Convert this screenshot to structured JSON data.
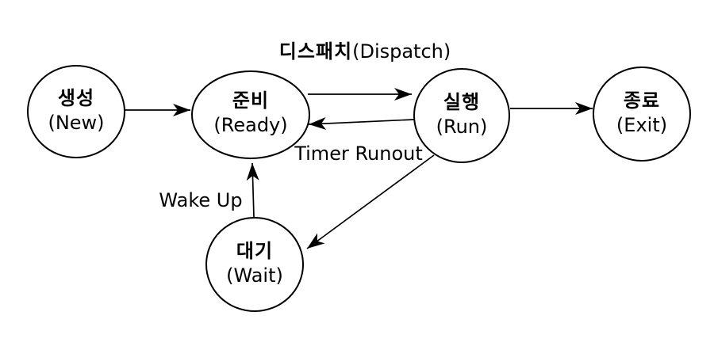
{
  "diagram": {
    "type": "process-state-diagram",
    "background_color": "#ffffff",
    "stroke_color": "#000000",
    "text_color": "#000000",
    "states": [
      {
        "id": "new",
        "korean": "생성",
        "english": "(New)"
      },
      {
        "id": "ready",
        "korean": "준비",
        "english": "(Ready)"
      },
      {
        "id": "run",
        "korean": "실행",
        "english": "(Run)"
      },
      {
        "id": "exit",
        "korean": "종료",
        "english": "(Exit)"
      },
      {
        "id": "wait",
        "korean": "대기",
        "english": "(Wait)"
      }
    ],
    "transition_labels": {
      "dispatch_korean": "디스패치",
      "dispatch_english": "(Dispatch)",
      "timer_runout": "Timer Runout",
      "wake_up": "Wake Up"
    },
    "transitions": [
      {
        "from": "new",
        "to": "ready",
        "label": ""
      },
      {
        "from": "ready",
        "to": "run",
        "label": "디스패치(Dispatch)"
      },
      {
        "from": "run",
        "to": "ready",
        "label": "Timer Runout"
      },
      {
        "from": "run",
        "to": "exit",
        "label": ""
      },
      {
        "from": "run",
        "to": "wait",
        "label": ""
      },
      {
        "from": "wait",
        "to": "ready",
        "label": "Wake Up"
      }
    ]
  }
}
